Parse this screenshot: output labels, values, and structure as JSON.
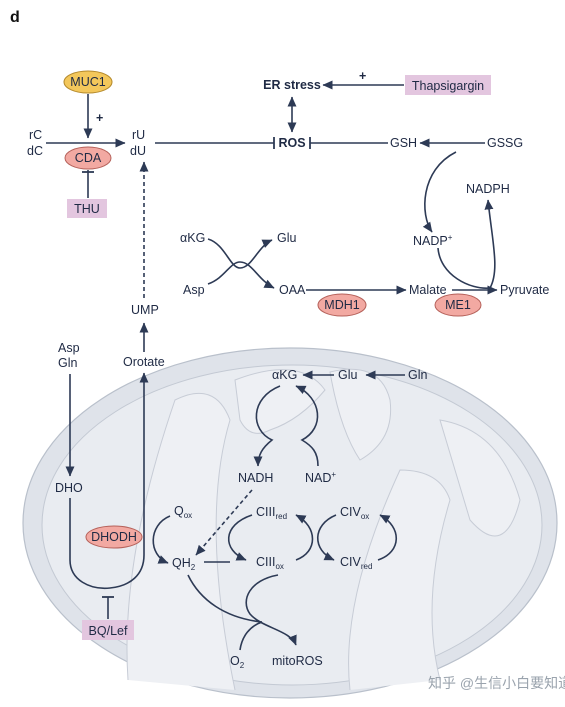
{
  "panel_label": "d",
  "colors": {
    "line": "#2d3a55",
    "mito_fill": "#dfe3ea",
    "mito_inner": "#eef0f4",
    "muc1_fill": "#f3c75b",
    "enzyme_fill": "#f2a9a2",
    "drug_fill": "#e3c6df"
  },
  "nodes": {
    "muc1": "MUC1",
    "plus_muc1": "+",
    "rc": "rC",
    "dc": "dC",
    "cda": "CDA",
    "thu": "THU",
    "ru": "rU",
    "du": "dU",
    "er_stress": "ER stress",
    "plus_thaps": "+",
    "thapsigargin": "Thapsigargin",
    "ros": "ROS",
    "gsh": "GSH",
    "gssg": "GSSG",
    "nadph": "NADPH",
    "nadp": "NADP",
    "nadp_sup": "+",
    "akg_top": "αKG",
    "glu_top": "Glu",
    "asp_mid": "Asp",
    "oaa": "OAA",
    "mdh1": "MDH1",
    "malate": "Malate",
    "me1": "ME1",
    "pyruvate": "Pyruvate",
    "ump": "UMP",
    "orotate": "Orotate",
    "asp_left": "Asp",
    "gln_left": "Gln",
    "dho": "DHO",
    "dhodh": "DHODH",
    "bq_lef": "BQ/Lef",
    "q": "Q",
    "q_sub": "ox",
    "qh": "QH",
    "qh_sub": "2",
    "akg_mito": "αKG",
    "glu_mito": "Glu",
    "gln_mito": "Gln",
    "nadh": "NADH",
    "nad": "NAD",
    "nad_sup": "+",
    "ciii_red": "CIII",
    "ciii_red_sub": "red",
    "civ_ox": "CIV",
    "civ_ox_sub": "ox",
    "ciii_ox": "CIII",
    "ciii_ox_sub": "ox",
    "civ_red": "CIV",
    "civ_red_sub": "red",
    "o2": "O",
    "o2_sub": "2",
    "mitoros": "mitoROS"
  },
  "watermark": "知乎 @生信小白要知道"
}
